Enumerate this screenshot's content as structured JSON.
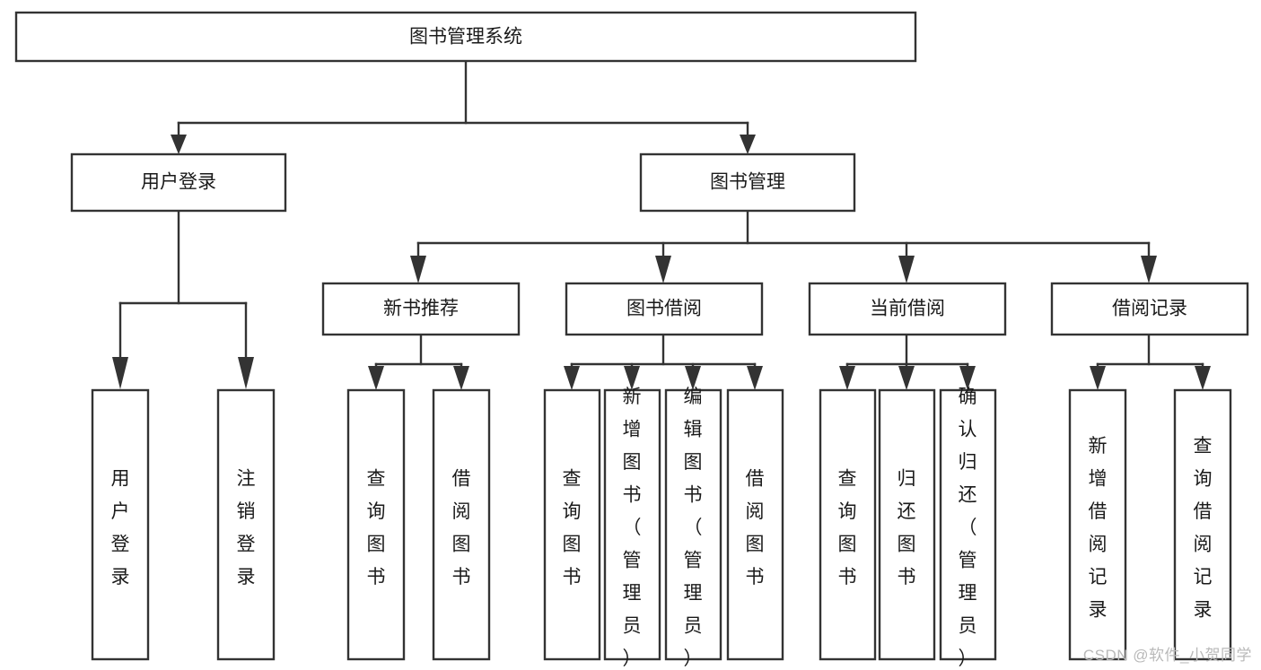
{
  "diagram": {
    "type": "tree-hierarchy",
    "title": "图书管理系统",
    "watermark": "CSDN @软件_小贺同学",
    "colors": {
      "box_stroke": "#333333",
      "box_fill": "#ffffff",
      "text": "#1a1a1a",
      "background": "#ffffff",
      "watermark": "#b9b9b9"
    },
    "levels": [
      {
        "level": 0,
        "nodes": [
          {
            "id": "root",
            "label": "图书管理系统",
            "orientation": "horizontal"
          }
        ]
      },
      {
        "level": 1,
        "nodes": [
          {
            "id": "login",
            "label": "用户登录",
            "orientation": "horizontal",
            "parent": "root"
          },
          {
            "id": "bookmgmt",
            "label": "图书管理",
            "orientation": "horizontal",
            "parent": "root"
          }
        ]
      },
      {
        "level": 2,
        "nodes": [
          {
            "id": "newbook",
            "label": "新书推荐",
            "orientation": "horizontal",
            "parent": "bookmgmt"
          },
          {
            "id": "borrow",
            "label": "图书借阅",
            "orientation": "horizontal",
            "parent": "bookmgmt"
          },
          {
            "id": "current",
            "label": "当前借阅",
            "orientation": "horizontal",
            "parent": "bookmgmt"
          },
          {
            "id": "records",
            "label": "借阅记录",
            "orientation": "horizontal",
            "parent": "bookmgmt"
          }
        ]
      },
      {
        "level": 3,
        "nodes": [
          {
            "id": "leaf-user-login",
            "label": "用户登录",
            "orientation": "vertical",
            "parent": "login"
          },
          {
            "id": "leaf-user-logout",
            "label": "注销登录",
            "orientation": "vertical",
            "parent": "login"
          },
          {
            "id": "leaf-newbook-query",
            "label": "查询图书",
            "orientation": "vertical",
            "parent": "newbook"
          },
          {
            "id": "leaf-newbook-borrow",
            "label": "借阅图书",
            "orientation": "vertical",
            "parent": "newbook"
          },
          {
            "id": "leaf-borrow-query",
            "label": "查询图书",
            "orientation": "vertical",
            "parent": "borrow"
          },
          {
            "id": "leaf-borrow-add",
            "label": "新增图书（管理员）",
            "orientation": "vertical",
            "parent": "borrow"
          },
          {
            "id": "leaf-borrow-edit",
            "label": "编辑图书（管理员）",
            "orientation": "vertical",
            "parent": "borrow"
          },
          {
            "id": "leaf-borrow-borrow",
            "label": "借阅图书",
            "orientation": "vertical",
            "parent": "borrow"
          },
          {
            "id": "leaf-current-query",
            "label": "查询图书",
            "orientation": "vertical",
            "parent": "current"
          },
          {
            "id": "leaf-current-return",
            "label": "归还图书",
            "orientation": "vertical",
            "parent": "current"
          },
          {
            "id": "leaf-current-confirm",
            "label": "确认归还（管理员）",
            "orientation": "vertical",
            "parent": "current"
          },
          {
            "id": "leaf-records-add",
            "label": "新增借阅记录",
            "orientation": "vertical",
            "parent": "records"
          },
          {
            "id": "leaf-records-query",
            "label": "查询借阅记录",
            "orientation": "vertical",
            "parent": "records"
          }
        ]
      }
    ]
  }
}
